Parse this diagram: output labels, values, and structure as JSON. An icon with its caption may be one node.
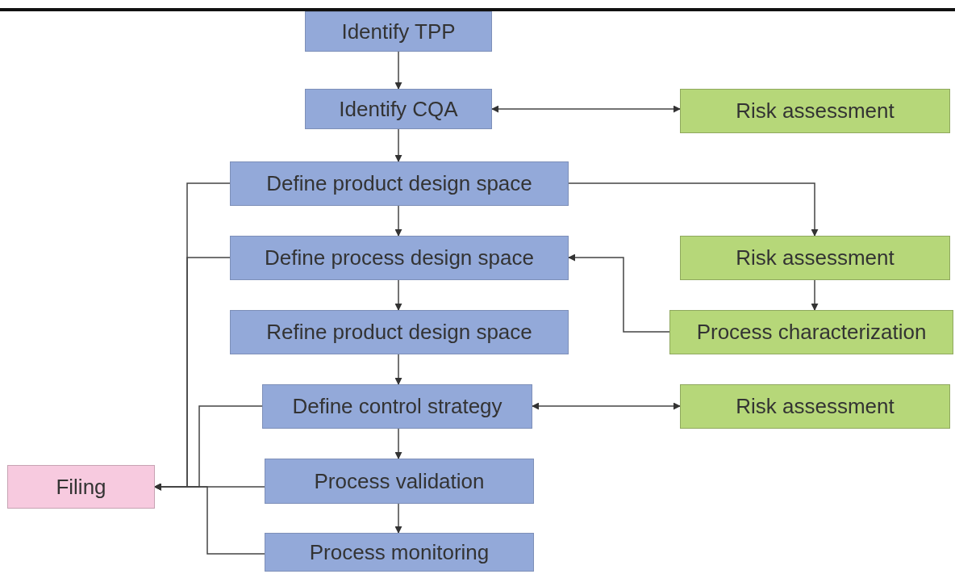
{
  "diagram": {
    "nodes": [
      {
        "text": [
          "Identify TPP"
        ]
      },
      {
        "text": [
          "Identify CQA"
        ]
      },
      {
        "text": [
          "Risk assessment"
        ]
      },
      {
        "text": [
          "Define product design space"
        ]
      },
      {
        "text": [
          "Define process design space"
        ]
      },
      {
        "text": [
          "Risk assessment"
        ]
      },
      {
        "text": [
          "Refine product design space"
        ]
      },
      {
        "text": [
          "Process characterization"
        ]
      },
      {
        "text": [
          "Define control strategy"
        ]
      },
      {
        "text": [
          "Risk assessment"
        ]
      },
      {
        "text": [
          "Filing"
        ]
      },
      {
        "text": [
          "Process validation"
        ]
      },
      {
        "text": [
          "Process monitoring"
        ]
      }
    ],
    "edges": [
      {
        "from": 0,
        "to": 1,
        "arrow": "to"
      },
      {
        "from": 1,
        "to": 2,
        "arrow": "both"
      },
      {
        "from": 1,
        "to": 3,
        "arrow": "to"
      },
      {
        "from": 3,
        "to": 5,
        "arrow": "to"
      },
      {
        "from": 3,
        "to": 4,
        "arrow": "to"
      },
      {
        "from": 5,
        "to": 7,
        "arrow": "to"
      },
      {
        "from": 7,
        "to": 4,
        "arrow": "to"
      },
      {
        "from": 4,
        "to": 6,
        "arrow": "to"
      },
      {
        "from": 6,
        "to": 8,
        "arrow": "to"
      },
      {
        "from": 8,
        "to": 9,
        "arrow": "both"
      },
      {
        "from": 8,
        "to": 11,
        "arrow": "to"
      },
      {
        "from": 11,
        "to": 12,
        "arrow": "to"
      },
      {
        "from": 3,
        "to": 10,
        "arrow": "to"
      },
      {
        "from": 4,
        "to": 10,
        "arrow": "to"
      },
      {
        "from": 8,
        "to": 10,
        "arrow": "to"
      },
      {
        "from": 11,
        "to": 10,
        "arrow": "to"
      },
      {
        "from": 12,
        "to": 10,
        "arrow": "to"
      }
    ]
  }
}
